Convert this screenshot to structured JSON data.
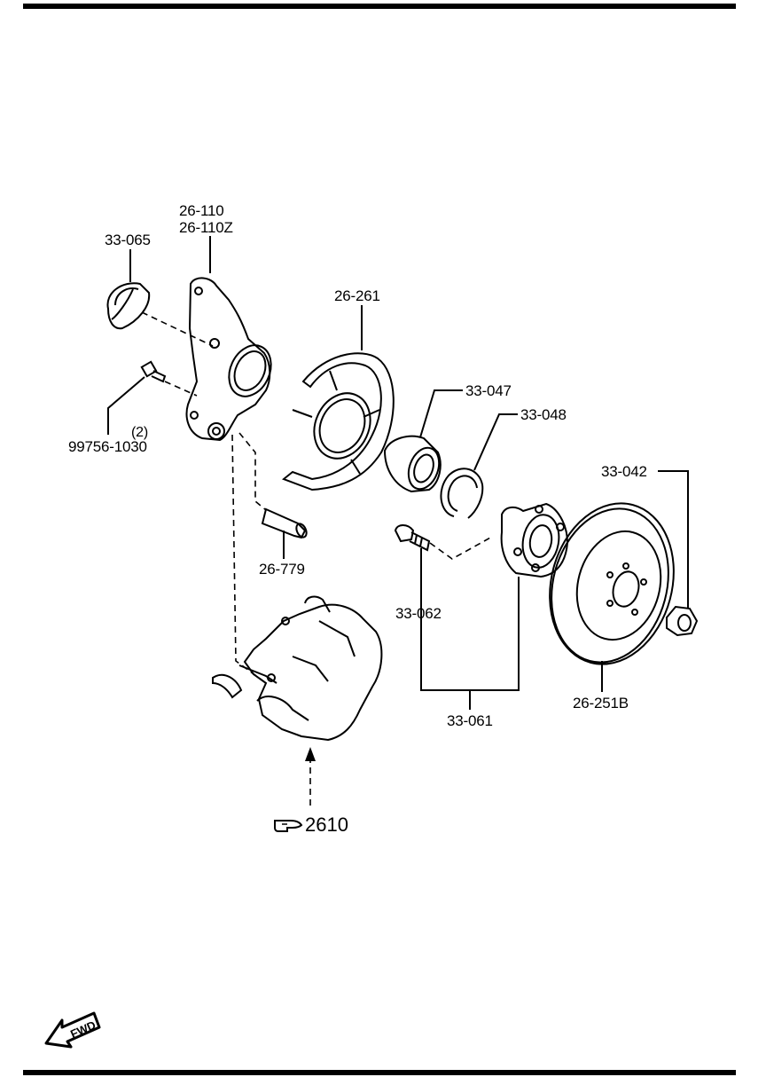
{
  "parts": {
    "knuckle_a": "26-110",
    "knuckle_b": "26-110Z",
    "cap": "33-065",
    "bolt_qty": "(2)",
    "bolt": "99756-1030",
    "dust_shield": "26-261",
    "bearing": "33-047",
    "snap_ring": "33-048",
    "hub_nut": "33-042",
    "pin": "26-779",
    "hub_bolt": "33-062",
    "hub_assy": "33-061",
    "disc": "26-251B"
  },
  "reference": {
    "text": "2610",
    "icon": "pointing-hand-icon"
  },
  "direction": {
    "text": "FWD",
    "icon": "fwd-arrow-icon"
  }
}
